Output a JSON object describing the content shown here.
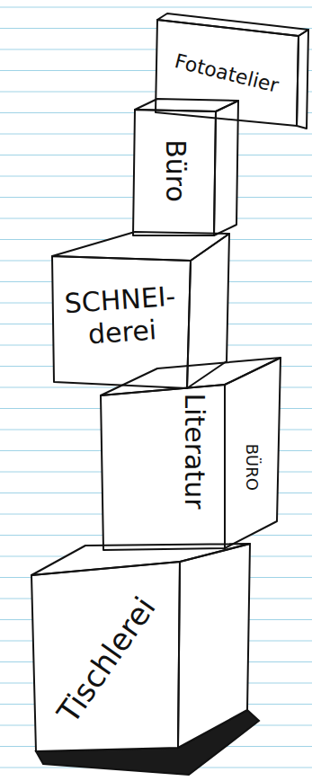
{
  "diagram": {
    "nodes": [
      {
        "text": [
          "Fotoatelier"
        ]
      },
      {
        "text": [
          "Büro"
        ]
      },
      {
        "text": [
          "SCHNEI- derei"
        ]
      },
      {
        "text": [
          "Literatur",
          "BÜRO"
        ]
      },
      {
        "text": [
          "Tischlerei"
        ]
      }
    ]
  }
}
